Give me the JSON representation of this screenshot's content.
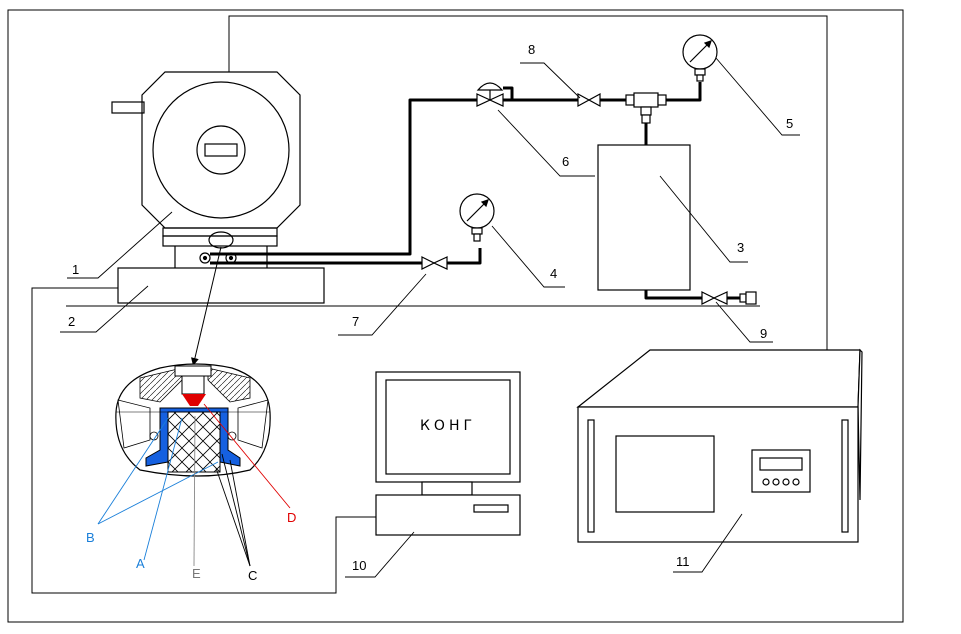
{
  "screen_text": "КОНГ",
  "callouts": {
    "n1": "1",
    "n2": "2",
    "n3": "3",
    "n4": "4",
    "n5": "5",
    "n6": "6",
    "n7": "7",
    "n8": "8",
    "n9": "9",
    "n10": "10",
    "n11": "11"
  },
  "detail_labels": {
    "A": "A",
    "B": "B",
    "C": "C",
    "D": "D",
    "E": "E"
  },
  "colors": {
    "line": "#000000",
    "blue": "#1a7fd9",
    "seal_blue": "#1560e0",
    "red": "#e00000",
    "gray_label": "#777777"
  }
}
